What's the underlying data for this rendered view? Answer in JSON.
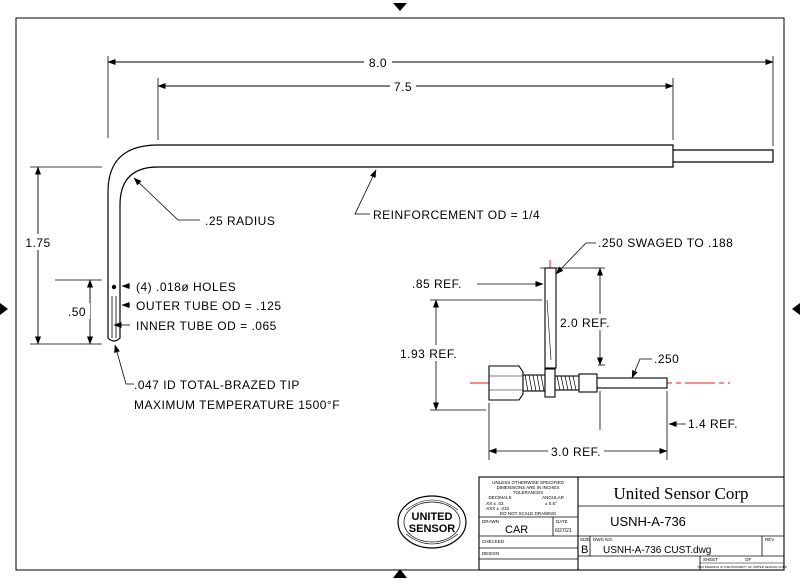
{
  "dimensions": {
    "overall_length": "8.0",
    "reinforcement_length": "7.5",
    "height": "1.75",
    "tip_length": ".50",
    "ref_85": ".85 REF.",
    "ref_193": "1.93 REF.",
    "ref_20": "2.0 REF.",
    "ref_30": "3.0 REF.",
    "ref_14": "1.4 REF.",
    "tip_dia": ".250"
  },
  "notes": {
    "radius": ".25 RADIUS",
    "reinforcement": "REINFORCEMENT OD = 1/4",
    "holes": "(4) .018ø HOLES",
    "outer_tube": "OUTER TUBE OD = .125",
    "inner_tube": "INNER TUBE OD = .065",
    "tip_line1": ".047 ID TOTAL-BRAZED TIP",
    "tip_line2": "MAXIMUM TEMPERATURE 1500°F",
    "swaged": ".250 SWAGED TO .188"
  },
  "logo": {
    "line1": "UNITED",
    "line2": "SENSOR"
  },
  "title_block": {
    "company": "United Sensor Corp",
    "drawing_title": "USNH-A-736",
    "tolerance_note_1": "UNLESS OTHERWISE SPECIFIED",
    "tolerance_note_2": "DIMENSIONS ARE IN INCHES",
    "tolerance_note_3": "TOLERANCES",
    "tolerance_decimals": "DECIMALS",
    "tolerance_angular": "ANGULAR",
    "tol_xx": ".XX  ± .03",
    "tol_ang": "± 0.5°",
    "tol_xxx": ".XXX ± .010",
    "no_scale": "DO NOT SCALE DRAWING",
    "drawn_label": "DRAWN",
    "drawn_by": "CAR",
    "date_label": "DATE",
    "date_value": "6/27/21",
    "checked_label": "CHECKED",
    "design_label": "DESIGN",
    "size_label": "SIZE",
    "size_value": "B",
    "dwg_no_label": "DWG NO.",
    "dwg_file": "USNH-A-736 CUST.dwg",
    "rev_label": "REV",
    "sheet_label": "SHEET",
    "of_label": "OF",
    "fine_print": "THIS DRAWING IS THE PROPERTY OF UNITED SENSOR CORP"
  },
  "colors": {
    "line": "#000000",
    "centerline": "#e0201e",
    "probe_fill": "#ffffff"
  }
}
